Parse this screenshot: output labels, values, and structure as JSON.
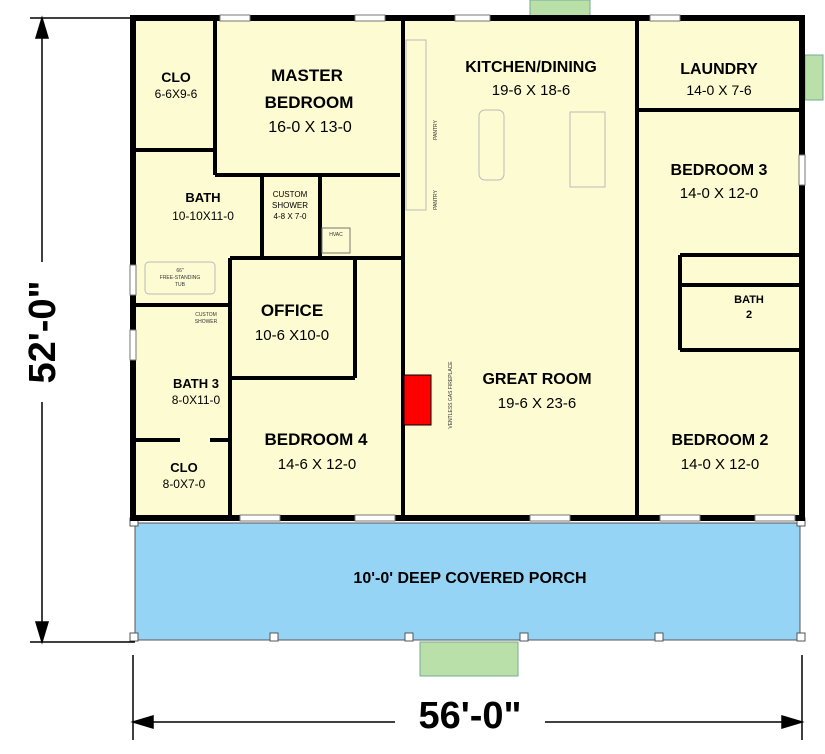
{
  "colors": {
    "floor": "#fdfbd2",
    "porch": "#96d4f5",
    "wall": "#000000",
    "steps": "#b8e0a8",
    "fireplace": "#ff0000"
  },
  "dimensions": {
    "depth": "52'-0\"",
    "width": "56'-0\""
  },
  "rooms": {
    "master_closet": {
      "name": "CLO",
      "size": "6-6X9-6"
    },
    "master_bedroom": {
      "name1": "MASTER",
      "name2": "BEDROOM",
      "size": "16-0 X 13-0"
    },
    "master_bath": {
      "name": "BATH",
      "size": "10-10X11-0"
    },
    "custom_shower": {
      "name1": "CUSTOM",
      "name2": "SHOWER",
      "size": "4-8 X 7-0"
    },
    "hvac": {
      "name": "HVAC"
    },
    "tub": {
      "line1": "66\"",
      "line2": "FREE-STANDING",
      "line3": "TUB"
    },
    "office": {
      "name": "OFFICE",
      "size": "10-6 X10-0"
    },
    "bath3": {
      "name": "BATH 3",
      "size": "8-0X11-0",
      "shower1": "CUSTOM",
      "shower2": "SHOWER"
    },
    "closet2": {
      "name": "CLO",
      "size": "8-0X7-0"
    },
    "bedroom4": {
      "name": "BEDROOM 4",
      "size": "14-6 X 12-0"
    },
    "kitchen": {
      "name": "KITCHEN/DINING",
      "size": "19-6 X 18-6",
      "pantry": "PANTRY"
    },
    "laundry": {
      "name": "LAUNDRY",
      "size": "14-0 X 7-6"
    },
    "bedroom3": {
      "name": "BEDROOM 3",
      "size": "14-0 X 12-0"
    },
    "bath2": {
      "name1": "BATH",
      "name2": "2"
    },
    "great_room": {
      "name": "GREAT ROOM",
      "size": "19-6 X 23-6",
      "fireplace": "VENTLESS GAS FIREPLACE"
    },
    "bedroom2": {
      "name": "BEDROOM 2",
      "size": "14-0 X 12-0"
    },
    "porch": {
      "name": "10'-0' DEEP COVERED PORCH"
    }
  }
}
